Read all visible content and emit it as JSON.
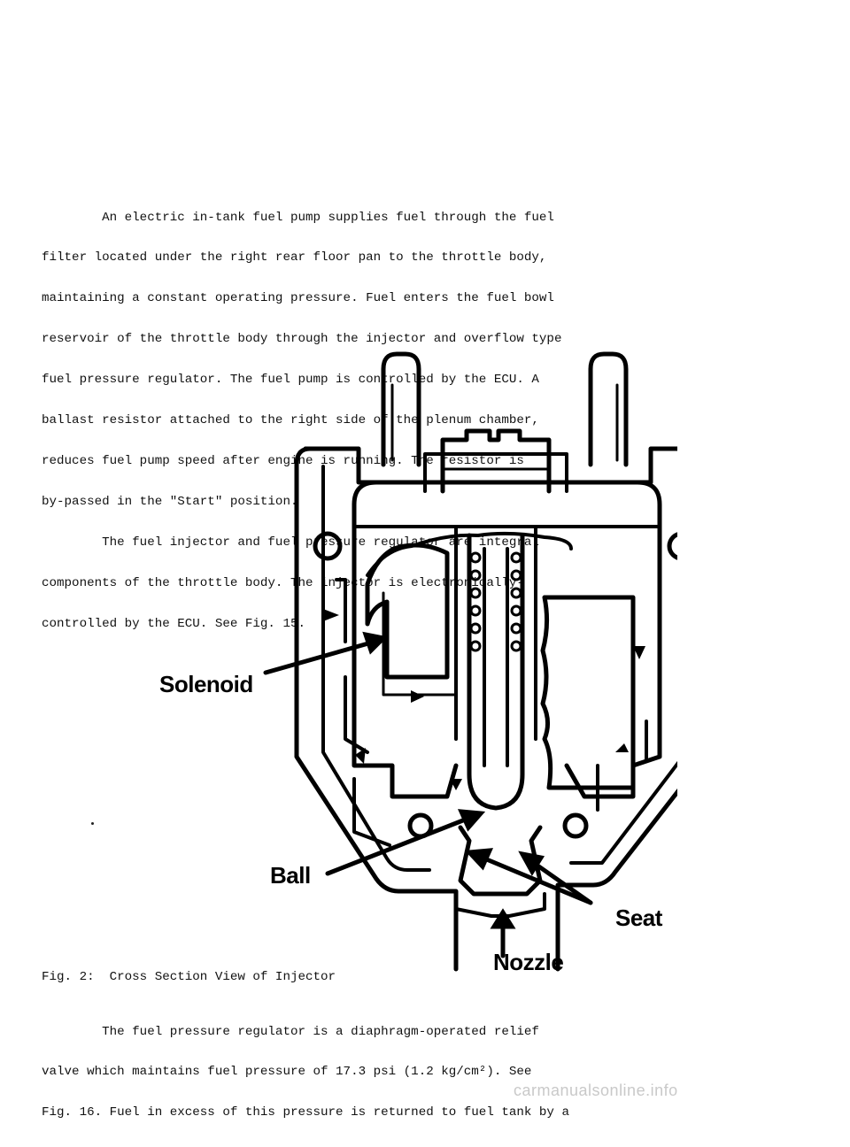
{
  "paragraph_a": {
    "lines": [
      "        An electric in-tank fuel pump supplies fuel through the fuel",
      "filter located under the right rear floor pan to the throttle body,",
      "maintaining a constant operating pressure. Fuel enters the fuel bowl",
      "reservoir of the throttle body through the injector and overflow type",
      "fuel pressure regulator. The fuel pump is controlled by the ECU. A",
      "ballast resistor attached to the right side of the plenum chamber,",
      "reduces fuel pump speed after engine is running. The resistor is",
      "by-passed in the \"Start\" position.",
      "        The fuel injector and fuel pressure regulator are integral",
      "components of the throttle body. The injector is electronically-",
      "controlled by the ECU. See Fig. 15."
    ]
  },
  "figure": {
    "labels": {
      "solenoid": "Solenoid",
      "ball": "Ball",
      "seat": "Seat",
      "nozzle": "Nozzle"
    },
    "caption": "Fig. 2:  Cross Section View of Injector"
  },
  "paragraph_b": {
    "lines": [
      "        The fuel pressure regulator is a diaphragm-operated relief",
      "valve which maintains fuel pressure of 17.3 psi (1.2 kg/cm²). See",
      "Fig. 16. Fuel in excess of this pressure is returned to fuel tank by a"
    ]
  },
  "watermark": "carmanualsonline.info",
  "colors": {
    "ink": "#000000",
    "text": "#111111",
    "watermark": "#c9c9c9"
  }
}
